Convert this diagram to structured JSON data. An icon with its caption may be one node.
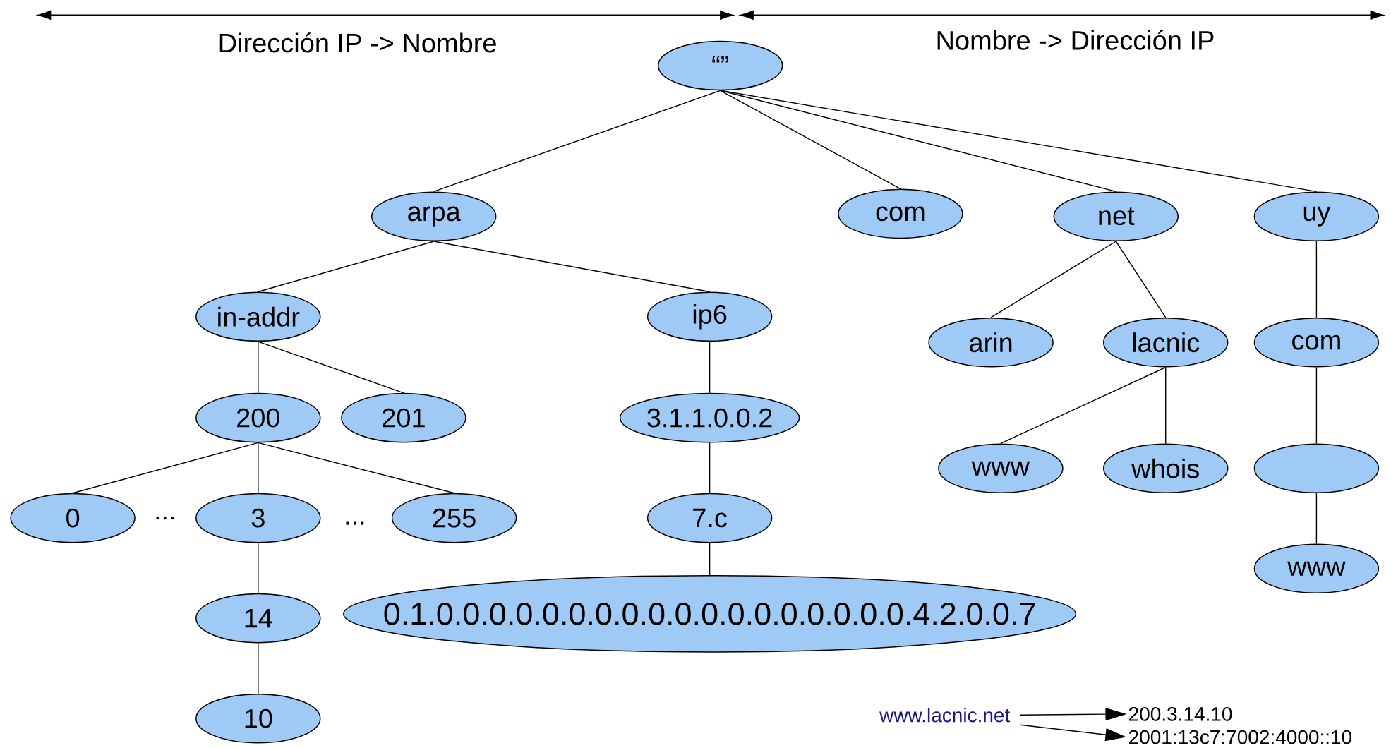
{
  "diagram": {
    "nodes": [
      {
        "text": [
          "“”"
        ]
      },
      {
        "text": [
          "arpa"
        ]
      },
      {
        "text": [
          "com"
        ]
      },
      {
        "text": [
          "net"
        ]
      },
      {
        "text": [
          "uy"
        ]
      },
      {
        "text": [
          "in-addr"
        ]
      },
      {
        "text": [
          "ip6"
        ]
      },
      {
        "text": [
          "arin"
        ]
      },
      {
        "text": [
          "lacnic"
        ]
      },
      {
        "text": [
          "com"
        ]
      },
      {
        "text": [
          "200"
        ]
      },
      {
        "text": [
          "201"
        ]
      },
      {
        "text": [
          "3.1.1.0.0.2"
        ]
      },
      {
        "text": [
          "www"
        ]
      },
      {
        "text": [
          "whois"
        ]
      },
      {
        "text": [],
        "shape": "ellipse"
      },
      {
        "text": [
          "0"
        ]
      },
      {
        "text": [
          "3"
        ]
      },
      {
        "text": [
          "255"
        ]
      },
      {
        "text": [
          "7.c"
        ]
      },
      {
        "text": [
          "www"
        ]
      },
      {
        "text": [
          "14"
        ]
      },
      {
        "text": [
          "0.1.0.0.0.0.0.0.0.0.0.0.0.0.0.0.0.0.0.0.4.2.0.0.7"
        ]
      },
      {
        "text": [
          "10"
        ]
      },
      {
        "text": [
          "www.lacnic.net"
        ]
      },
      {
        "text": [
          "200.3.14.10"
        ]
      },
      {
        "text": [
          "2001:13c7:7002:4000::10"
        ]
      }
    ],
    "edges": [
      {
        "from": 0,
        "to": 1,
        "arrow": "none"
      },
      {
        "from": 0,
        "to": 2,
        "arrow": "none"
      },
      {
        "from": 0,
        "to": 3,
        "arrow": "none"
      },
      {
        "from": 0,
        "to": 4,
        "arrow": "none"
      },
      {
        "from": 1,
        "to": 5,
        "arrow": "none"
      },
      {
        "from": 1,
        "to": 6,
        "arrow": "none"
      },
      {
        "from": 3,
        "to": 7,
        "arrow": "none"
      },
      {
        "from": 3,
        "to": 8,
        "arrow": "none"
      },
      {
        "from": 4,
        "to": 9,
        "arrow": "none"
      },
      {
        "from": 5,
        "to": 10,
        "arrow": "none"
      },
      {
        "from": 5,
        "to": 11,
        "arrow": "none"
      },
      {
        "from": 6,
        "to": 12,
        "arrow": "none"
      },
      {
        "from": 8,
        "to": 13,
        "arrow": "none"
      },
      {
        "from": 8,
        "to": 14,
        "arrow": "none"
      },
      {
        "from": 9,
        "to": 15,
        "arrow": "none"
      },
      {
        "from": 10,
        "to": 16,
        "arrow": "none"
      },
      {
        "from": 10,
        "to": 17,
        "arrow": "none"
      },
      {
        "from": 10,
        "to": 18,
        "arrow": "none"
      },
      {
        "from": 12,
        "to": 19,
        "arrow": "none"
      },
      {
        "from": 15,
        "to": 20,
        "arrow": "none"
      },
      {
        "from": 17,
        "to": 21,
        "arrow": "none"
      },
      {
        "from": 19,
        "to": 22,
        "arrow": "none"
      },
      {
        "from": 21,
        "to": 23,
        "arrow": "none"
      },
      {
        "from": 24,
        "to": 25,
        "arrow": "to"
      },
      {
        "from": 24,
        "to": 26,
        "arrow": "to"
      }
    ],
    "labels": [
      "Dirección IP -> Nombre",
      "Nombre -> Dirección IP",
      "...",
      "..."
    ]
  }
}
